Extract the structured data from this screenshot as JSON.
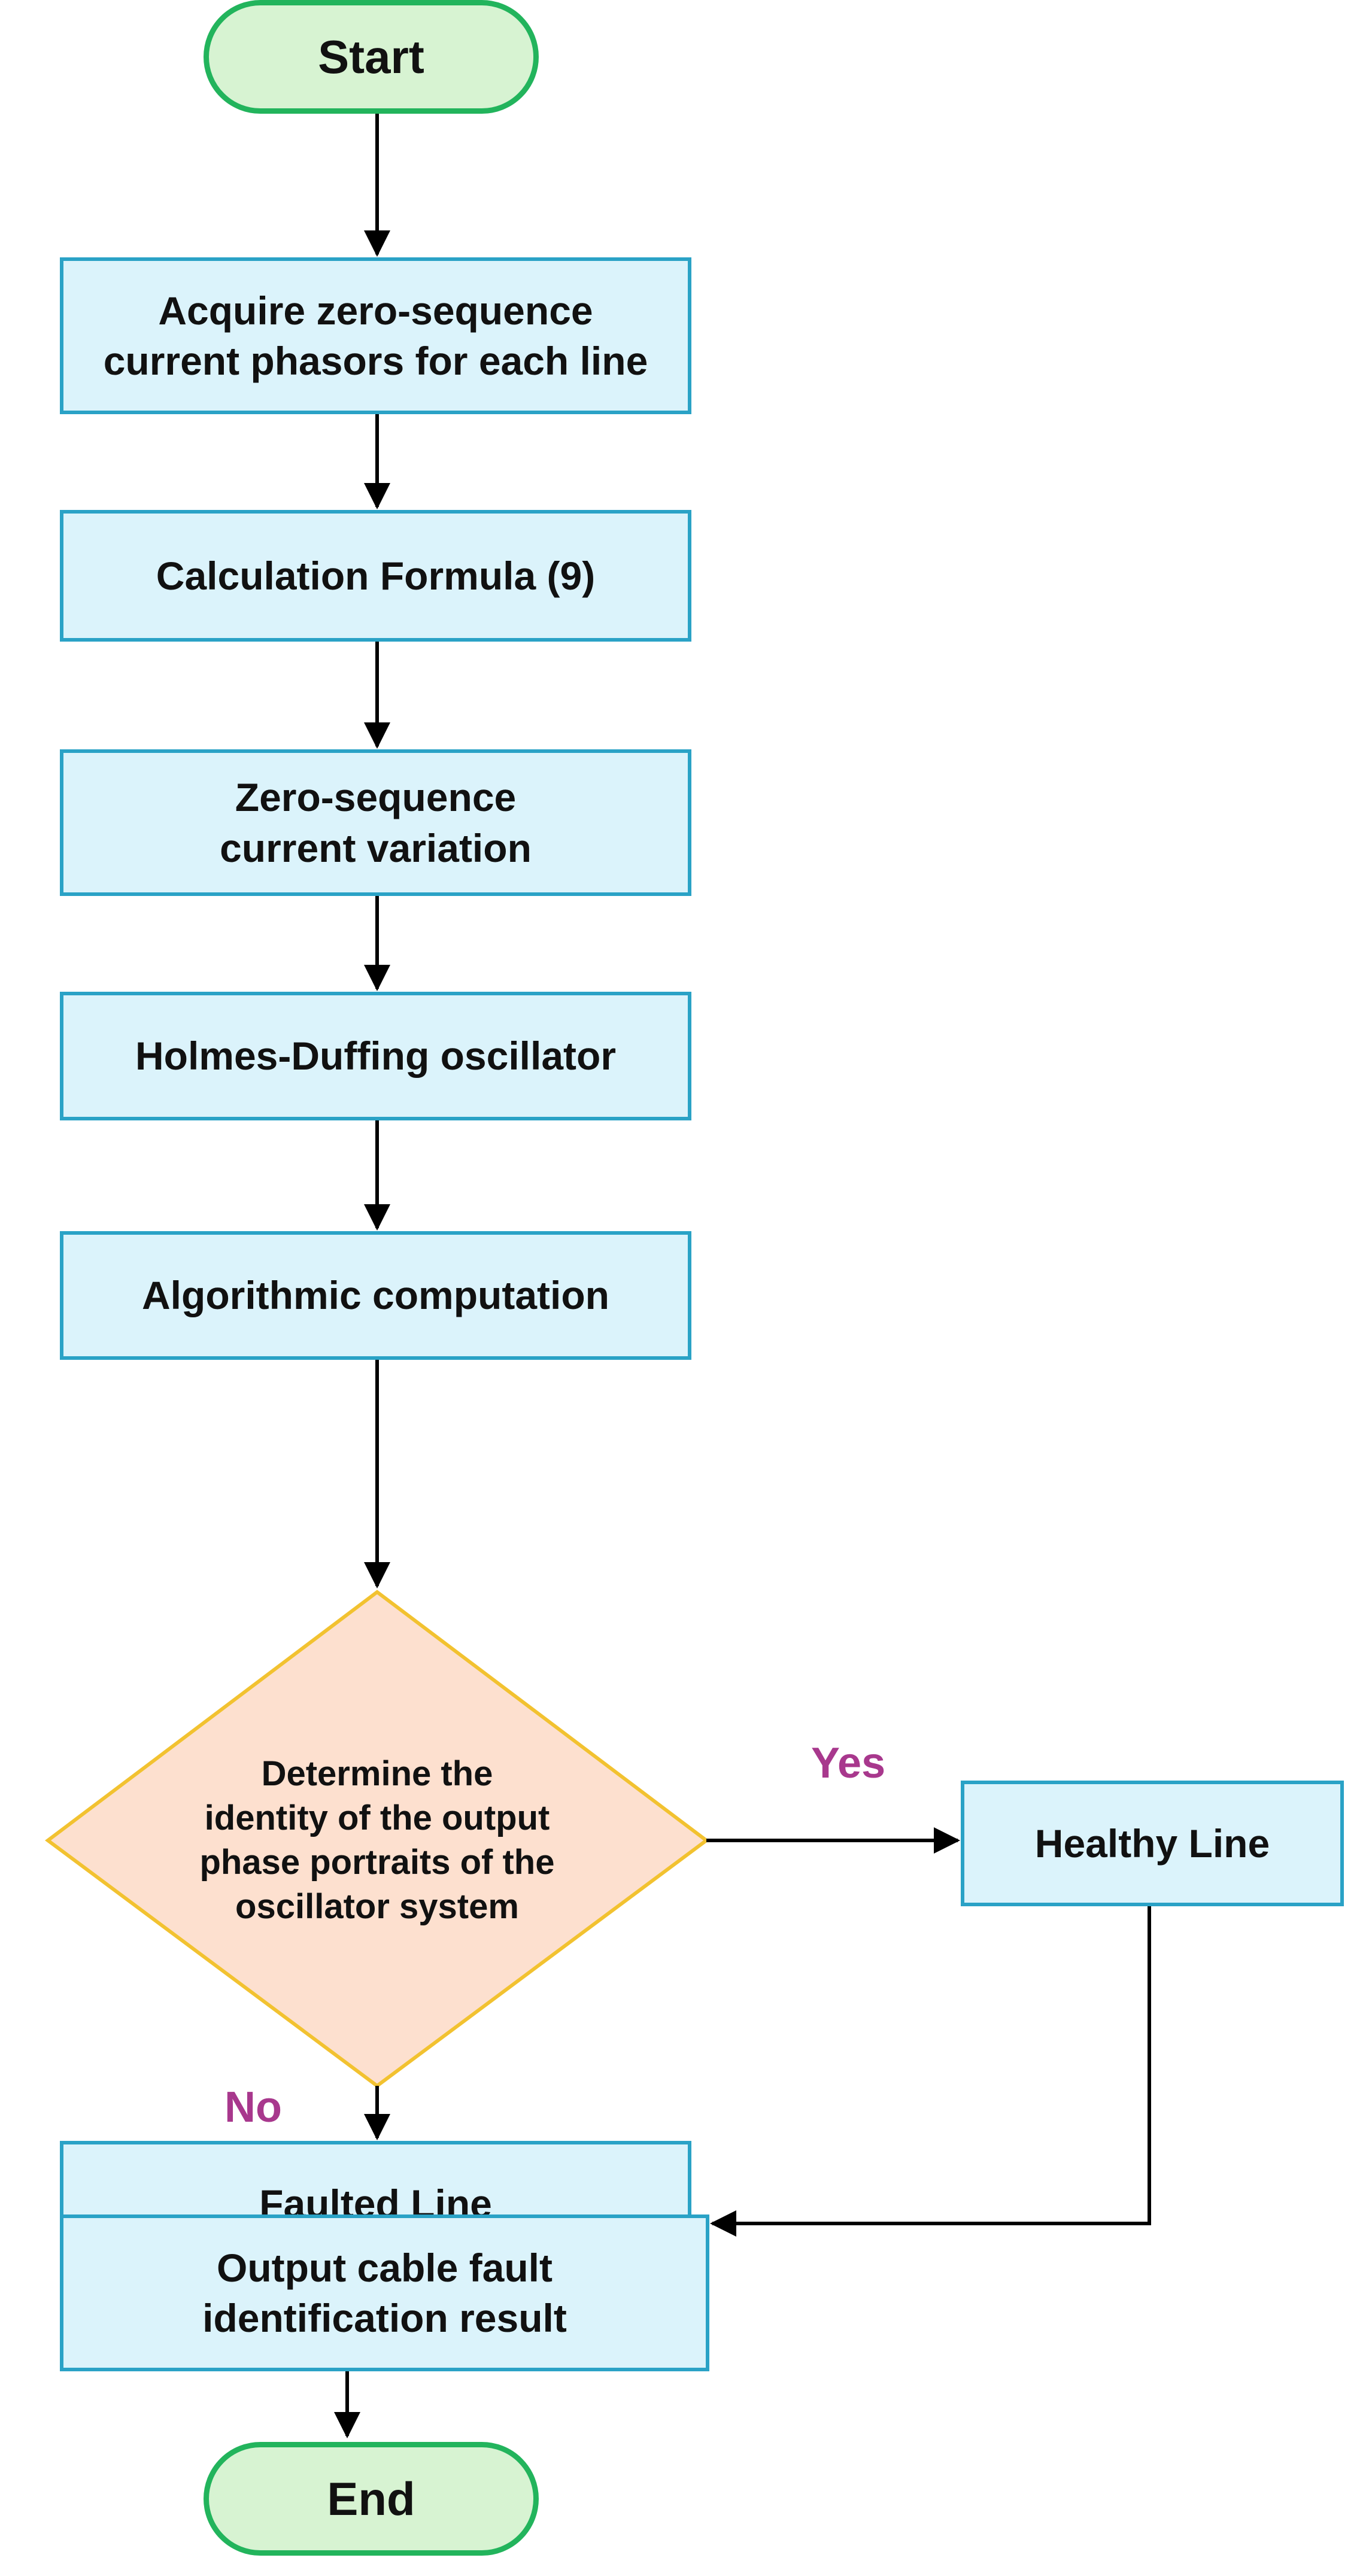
{
  "flowchart": {
    "start": "Start",
    "steps": {
      "acquire": "Acquire zero-sequence\ncurrent phasors for each line",
      "calc": "Calculation Formula (9)",
      "variation": "Zero-sequence\ncurrent variation",
      "oscillator": "Holmes-Duffing oscillator",
      "algorithm": "Algorithmic computation",
      "faulted": "Faulted Line",
      "healthy": "Healthy Line",
      "output": "Output cable fault\nidentification result"
    },
    "decision": "Determine the\nidentity of the output\nphase portraits of the\noscillator system",
    "yes_label": "Yes",
    "no_label": "No",
    "end": "End"
  },
  "colors": {
    "terminal_fill": "#d7f3d2",
    "terminal_border": "#22b45c",
    "process_fill": "#dbf3fb",
    "process_border": "#2aa2c6",
    "decision_fill": "#fde0cf",
    "decision_border": "#f2c230",
    "branch_label": "#a8388d",
    "arrow": "#000000"
  }
}
